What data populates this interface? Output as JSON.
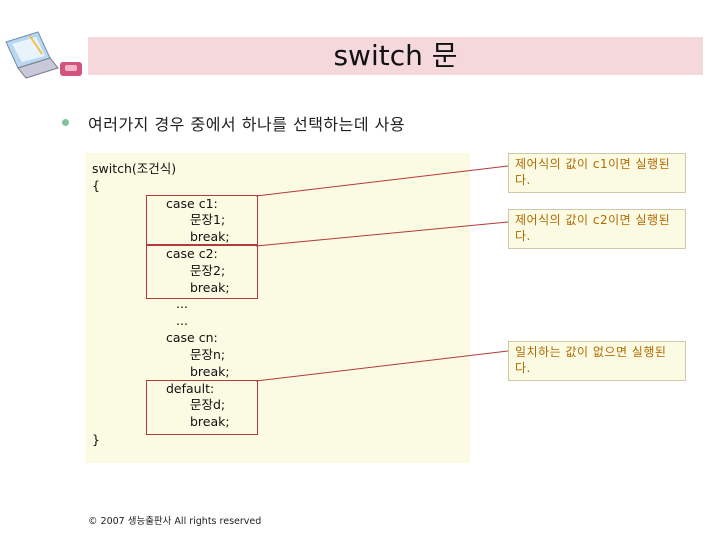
{
  "header": {
    "title": "switch 문"
  },
  "intro": {
    "text": "여러가지 경우 중에서 하나를 선택하는데 사용"
  },
  "code": {
    "line_switch": "switch(조건식)",
    "open_brace": "{",
    "case1": "case c1:",
    "stmt1": "문장1;",
    "break1": "break;",
    "case2": "case c2:",
    "stmt2": "문장2;",
    "break2": "break;",
    "dots1": "...",
    "dots2": "...",
    "casen": "case cn:",
    "stmtn": "문장n;",
    "breakn": "break;",
    "default": "default:",
    "stmtd": "문장d;",
    "breakd": "break;",
    "close_brace": "}"
  },
  "notes": {
    "note1": "제어식의 값이 c1이면 실행된다.",
    "note2": "제어식의 값이 c2이면 실행된다.",
    "note3": "일치하는 값이 없으면 실행된다."
  },
  "footer": {
    "copyright": "© 2007 생능출판사 All rights reserved"
  },
  "colors": {
    "title_bar": "#f4d8dc",
    "code_bg": "#fbfbe4",
    "frame": "#b33a3a",
    "note_text": "#b06a00",
    "bullet": "#7fc49a"
  },
  "icons": {
    "logo": "computer-illustration-icon"
  }
}
